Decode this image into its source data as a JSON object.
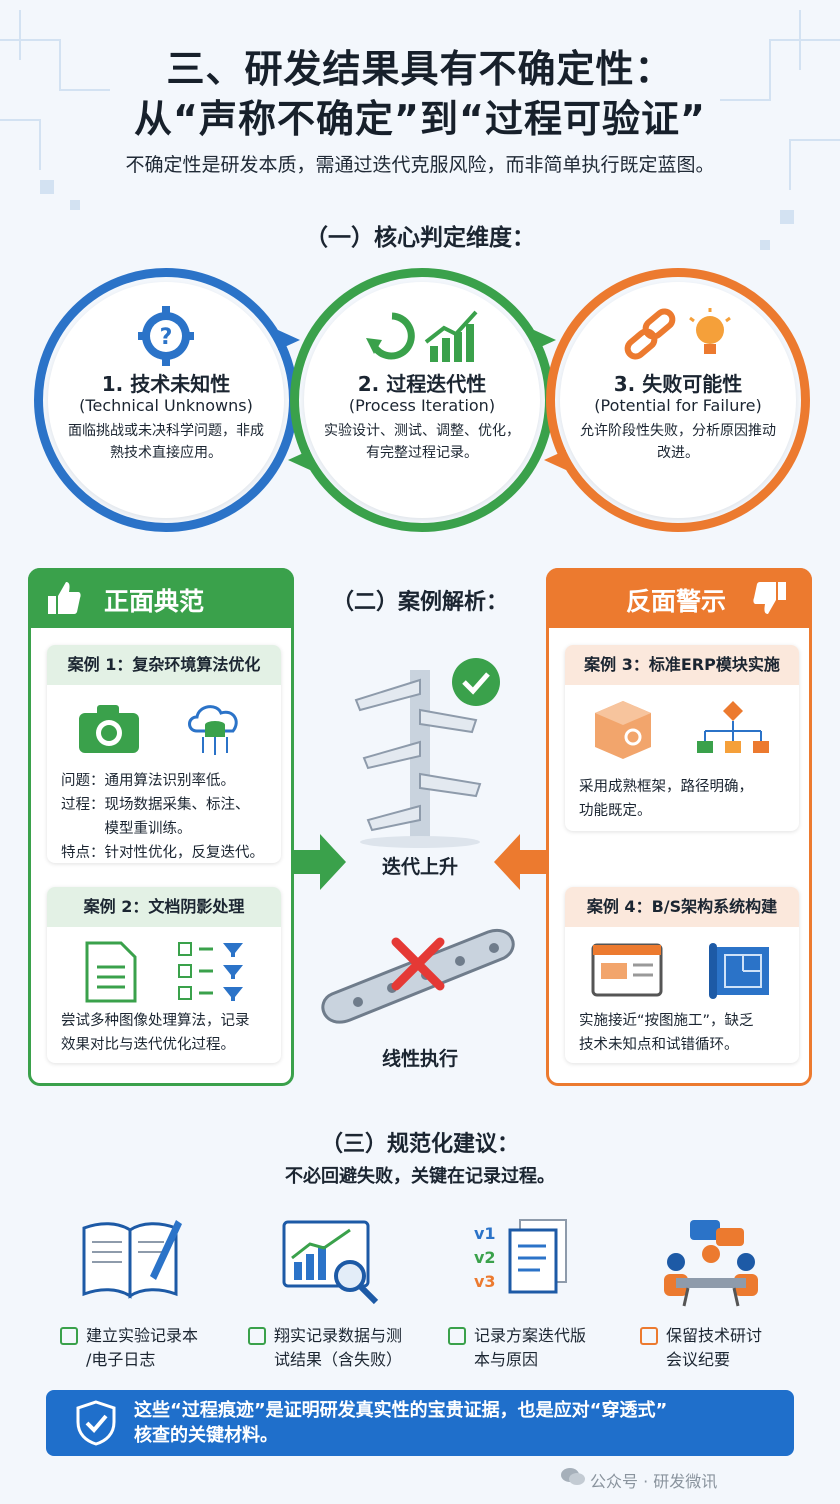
{
  "header": {
    "title_line1": "三、研发结果具有不确定性：",
    "title_line2": "从“声称不确定”到“过程可验证”",
    "subtitle": "不确定性是研发本质，需通过迭代克服风险，而非简单执行既定蓝图。"
  },
  "section1": {
    "heading": "（一）核心判定维度：",
    "circles": [
      {
        "title": "1. 技术未知性",
        "sub": "(Technical Unknowns)",
        "desc": "面临挑战或未决科学问题，非成熟技术直接应用。",
        "color": "#2b73c8"
      },
      {
        "title": "2. 过程迭代性",
        "sub": "(Process Iteration)",
        "desc": "实验设计、测试、调整、优化，有完整过程记录。",
        "color": "#3aa14b"
      },
      {
        "title": "3. 失败可能性",
        "sub": "(Potential for Failure)",
        "desc": "允许阶段性失败，分析原因推动改进。",
        "color": "#ec7a2f"
      }
    ]
  },
  "section2": {
    "heading": "（二）案例解析：",
    "positive": {
      "label": "正面典范",
      "case1": {
        "title": "案例 1：复杂环境算法优化",
        "lines": [
          "问题：通用算法识别率低。",
          "过程：现场数据采集、标注、",
          "　　　模型重训练。",
          "特点：针对性优化，反复迭代。"
        ]
      },
      "case2": {
        "title": "案例 2：文档阴影处理",
        "lines": [
          "尝试多种图像处理算法，记录",
          "效果对比与迭代优化过程。"
        ]
      }
    },
    "negative": {
      "label": "反面警示",
      "case3": {
        "title": "案例 3：标准ERP模块实施",
        "lines": [
          "采用成熟框架，路径明确，",
          "功能既定。"
        ]
      },
      "case4": {
        "title": "案例 4：B/S架构系统构建",
        "lines": [
          "实施接近“按图施工”，缺乏",
          "技术未知点和试错循环。"
        ]
      }
    },
    "center_up": "迭代上升",
    "center_linear": "线性执行"
  },
  "section3": {
    "heading": "（三）规范化建议：",
    "subheading": "不必回避失败，关键在记录过程。",
    "items": [
      {
        "line1": "建立实验记录本",
        "line2": "/电子日志"
      },
      {
        "line1": "翔实记录数据与测",
        "line2": "试结果（含失败）"
      },
      {
        "line1": "记录方案迭代版",
        "line2": "本与原因"
      },
      {
        "line1": "保留技术研讨",
        "line2": "会议纪要"
      }
    ],
    "version_labels": [
      "v1",
      "v2",
      "v3"
    ]
  },
  "banner": {
    "line1": "这些“过程痕迹”是证明研发真实性的宝贵证据，也是应对“穿透式”",
    "line2": "核查的关键材料。"
  },
  "footer": "公众号 · 研发微讯",
  "colors": {
    "blue": "#2b73c8",
    "green": "#3aa14b",
    "orange": "#ec7a2f",
    "banner": "#1f6fcb"
  }
}
